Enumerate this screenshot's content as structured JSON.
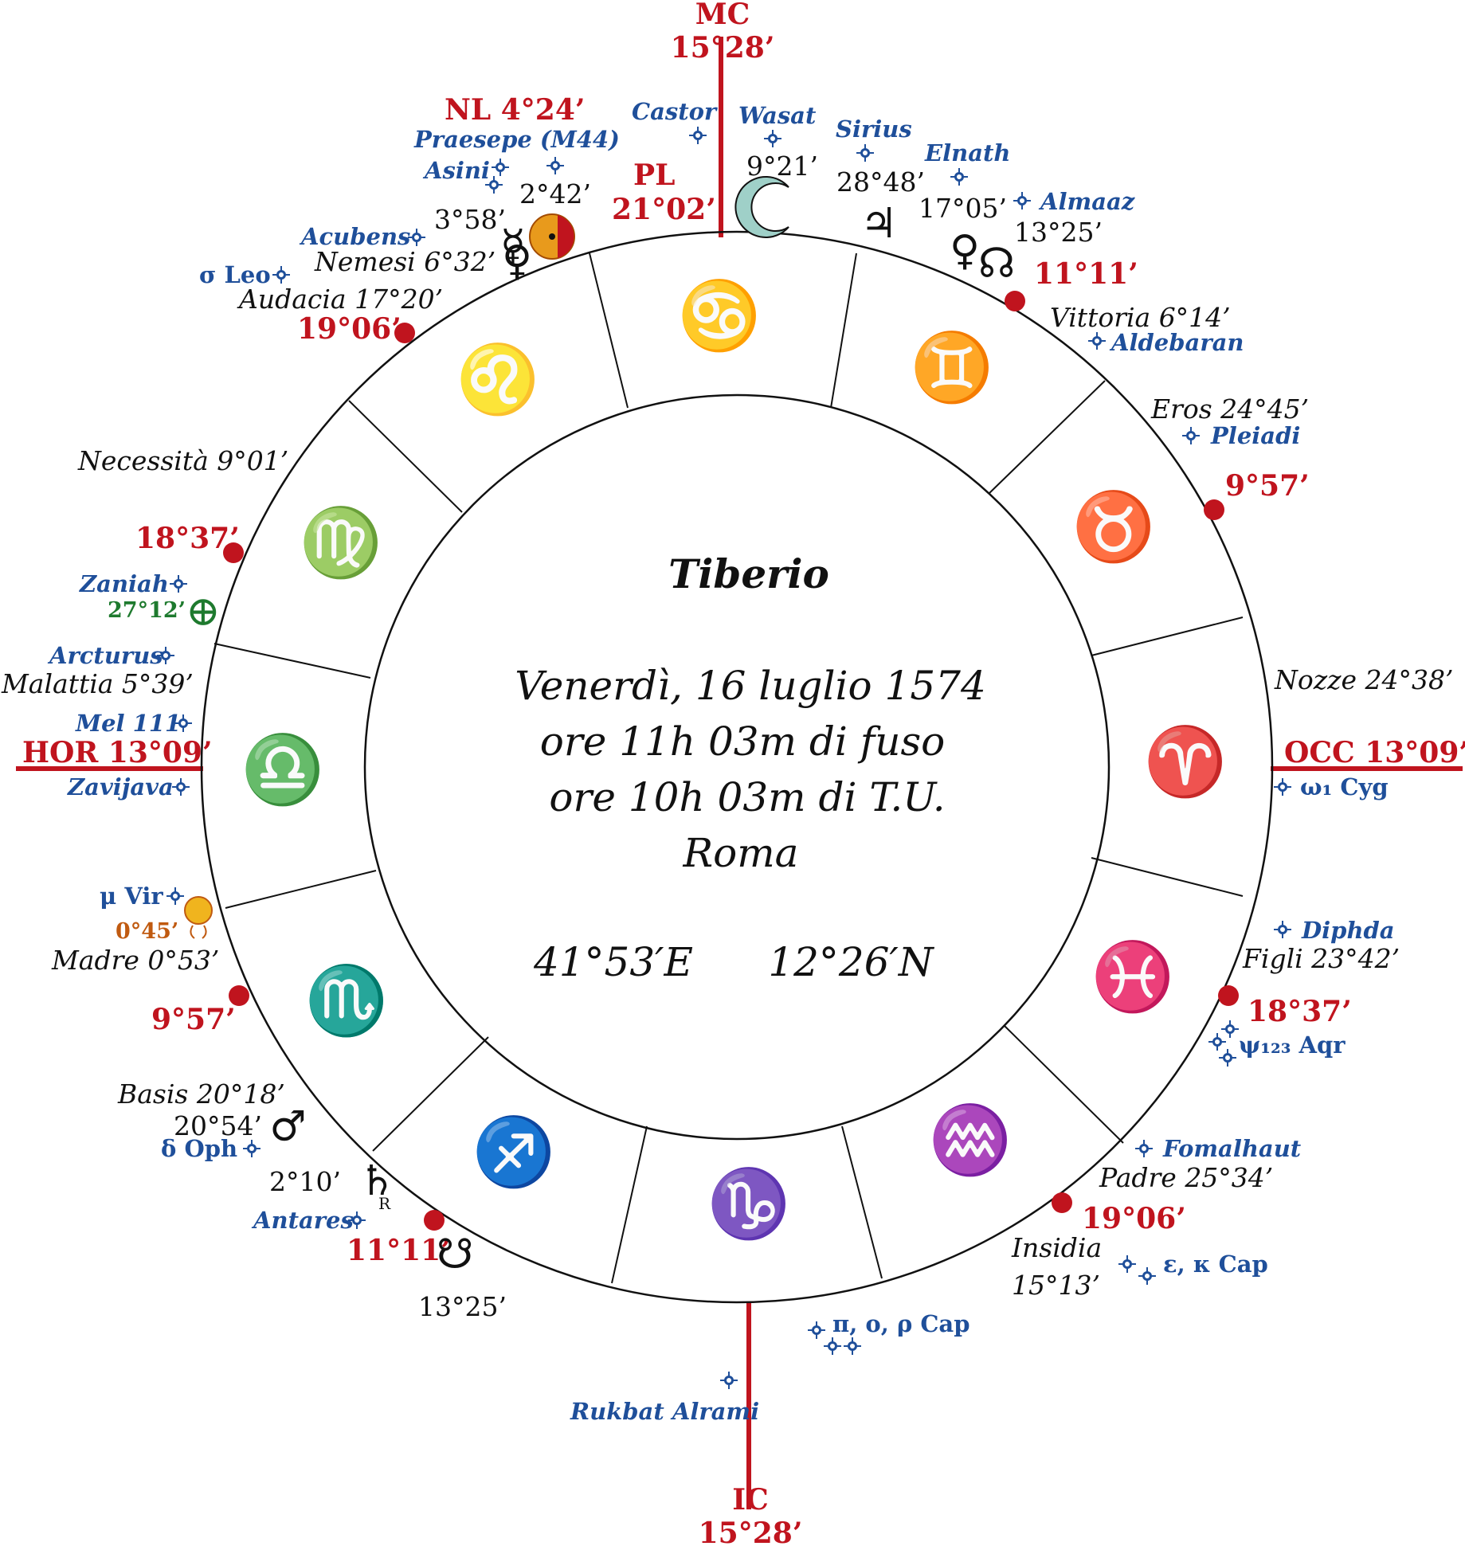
{
  "chart": {
    "title": "Tiberio",
    "date_line": "Venerdì, 16 luglio 1574",
    "time_local": "ore 11h 03m di fuso",
    "time_ut": "ore 10h 03m di T.U.",
    "place": "Roma",
    "longitude": "41°53′E",
    "latitude": "12°26′N"
  },
  "colors": {
    "red": "#c0141e",
    "blue": "#1f4f9a",
    "green": "#1e7a2e",
    "orange": "#c05a10",
    "sun_fill": "#e89a1c"
  },
  "axes": {
    "mc": {
      "name": "MC",
      "deg": "15°28’"
    },
    "ic": {
      "name": "IC",
      "deg": "15°28’"
    },
    "hor": "HOR 13°09’",
    "occ": "OCC 13°09’"
  },
  "signs": {
    "cancer": "♋",
    "gemini": "♊",
    "taurus": "♉",
    "aries": "♈",
    "pisces": "♓",
    "aquarius": "♒",
    "capricorn": "♑",
    "sagittarius": "♐",
    "scorpio": "♏",
    "libra": "♎",
    "virgo": "♍",
    "leo": "♌"
  },
  "cusps": {
    "c1": "11°11’",
    "c2": "9°57’",
    "c3": "18°37’",
    "c4": "19°06’",
    "c5": "11°11’",
    "c6": "9°57’",
    "c7": "18°37’",
    "c8": "19°06’"
  },
  "lunations": {
    "nl": "NL 4°24’",
    "pl_name": "PL",
    "pl_deg": "21°02’"
  },
  "stars": {
    "castor": "Castor",
    "wasat": "Wasat",
    "sirius": "Sirius",
    "elnath": "Elnath",
    "almaaz": "Almaaz",
    "praesepe": "Praesepe (M44)",
    "asini": "Asini",
    "acubens": "Acubens",
    "sigma_leo": "σ Leo",
    "aldebaran": "Aldebaran",
    "pleiadi": "Pleiadi",
    "zaniah": "Zaniah",
    "arcturus": "Arcturus",
    "mel111": "Mel 111",
    "zavijava": "Zavijava",
    "omega_cyg": "ω₁ Cyg",
    "mu_vir": "μ Vir",
    "diphda": "Diphda",
    "psi_aqr": "ψ₁₂₃ Aqr",
    "delta_oph": "δ Oph",
    "antares": "Antares",
    "fomalhaut": "Fomalhaut",
    "eps_kappa_cap": "ε, κ Cap",
    "pi_cap": "π, ο, ρ Cap",
    "rukbat": "Rukbat Alrami"
  },
  "planets": {
    "moon": {
      "glyph": "☾",
      "deg": "9°21’"
    },
    "jupiter": {
      "glyph": "♃",
      "deg": "28°48’"
    },
    "venus": {
      "glyph": "♀",
      "deg": "17°05’"
    },
    "node_north": {
      "glyph": "☊",
      "deg": "13°25’"
    },
    "sun": {
      "glyph": "☉",
      "deg": "2°42’"
    },
    "mercury": {
      "glyph": "☿",
      "deg": "3°58’"
    },
    "mars": {
      "glyph": "♂",
      "deg": "20°54’"
    },
    "saturn": {
      "glyph": "♄",
      "deg": "2°10’",
      "retro": "R"
    },
    "node_south": {
      "glyph": "☋",
      "deg": "13°25’"
    },
    "fortune": {
      "glyph": "⊕",
      "deg": "27°12’"
    },
    "lilith": {
      "deg": "0°45’"
    }
  },
  "parts": {
    "nemesi": "Nemesi 6°32’",
    "audacia": "Audacia 17°20’",
    "vittoria": "Vittoria 6°14’",
    "eros": "Eros 24°45’",
    "necessita": "Necessità 9°01’",
    "nozze": "Nozze 24°38’",
    "malattia": "Malattia 5°39’",
    "madre": "Madre 0°53’",
    "figli": "Figli 23°42’",
    "basis": "Basis 20°18’",
    "padre": "Padre 25°34’",
    "insidia": "Insidia",
    "insidia_deg": "15°13’"
  }
}
